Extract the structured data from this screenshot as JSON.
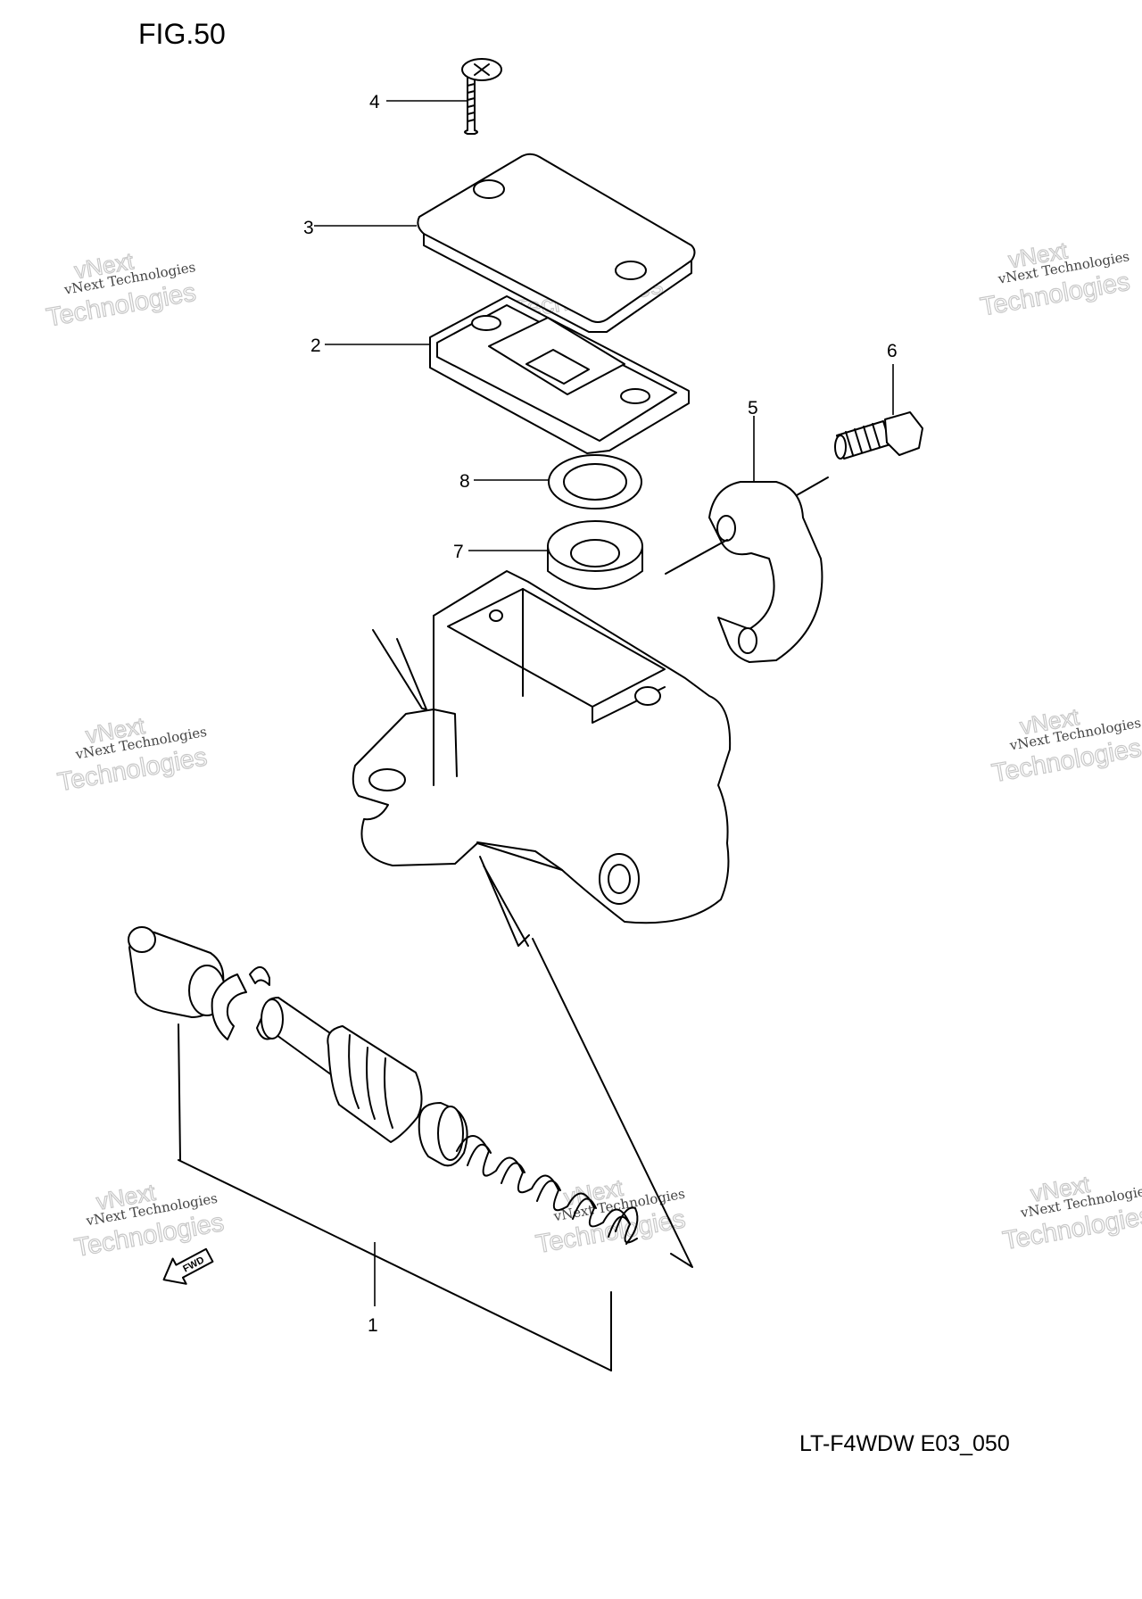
{
  "figure": {
    "title": "FIG.50",
    "drawing_code": "LT-F4WDW E03_050"
  },
  "callouts": [
    "1",
    "2",
    "3",
    "4",
    "5",
    "6",
    "7",
    "8"
  ],
  "forward_arrow": {
    "label": "FWD"
  },
  "watermark": {
    "line1": "vNext Technologies",
    "line2": "vNext",
    "line3": "Technologies"
  }
}
